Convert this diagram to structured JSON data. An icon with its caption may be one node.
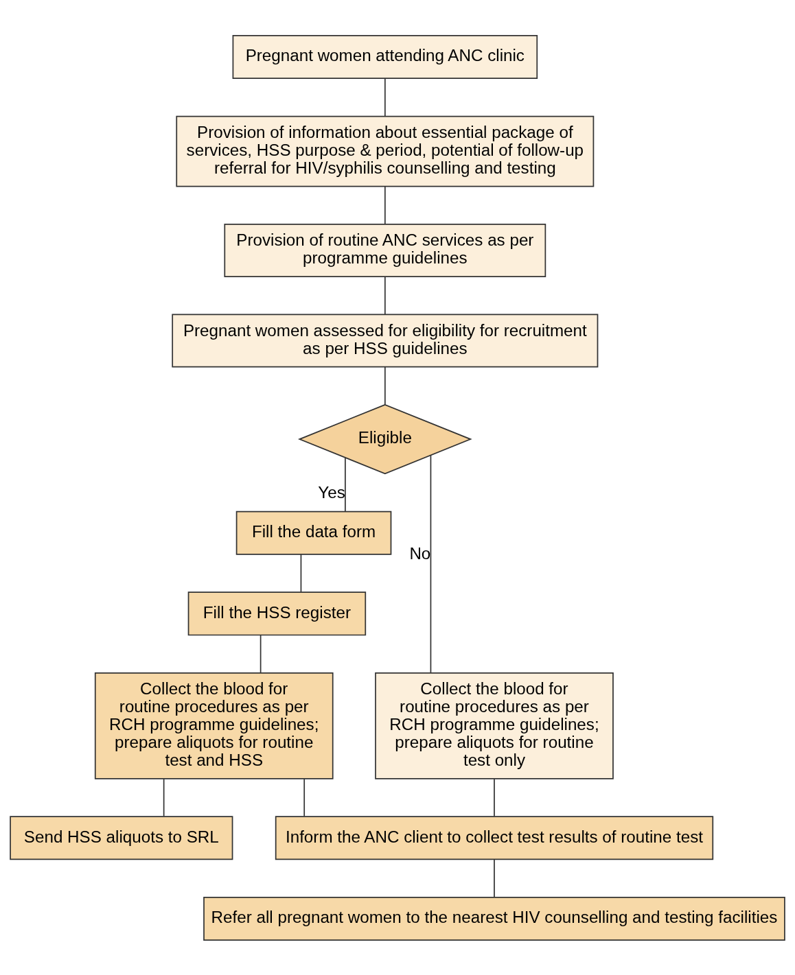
{
  "diagram": {
    "nodes": [
      {
        "text": [
          "Pregnant women attending ANC clinic"
        ]
      },
      {
        "text": [
          "Provision of information about essential package of services, HSS purpose & period, potential of follow-up referral for HIV/syphilis counselling and testing"
        ]
      },
      {
        "text": [
          "Provision of routine ANC services as per programme guidelines"
        ]
      },
      {
        "text": [
          "Pregnant women assessed for eligibility for recruitment as per HSS guidelines"
        ]
      },
      {
        "text": [
          "Eligible"
        ]
      },
      {
        "text": [
          "Fill the data form"
        ]
      },
      {
        "text": [
          "Fill the HSS register"
        ]
      },
      {
        "text": [
          "Collect the blood for routine procedures as per RCH programme guidelines; prepare aliquots for routine test and HSS"
        ]
      },
      {
        "text": [
          "Collect the blood for routine procedures as per RCH programme guidelines; prepare aliquots for routine test only"
        ]
      },
      {
        "text": [
          "Send HSS aliquots to SRL"
        ]
      },
      {
        "text": [
          "Inform the ANC client to collect test results of routine test"
        ]
      },
      {
        "text": [
          "Refer all pregnant women to the nearest HIV counselling and testing facilities"
        ]
      }
    ],
    "edges": [
      {
        "from": 0,
        "to": 1,
        "arrow": "none"
      },
      {
        "from": 1,
        "to": 2,
        "arrow": "none"
      },
      {
        "from": 2,
        "to": 3,
        "arrow": "none"
      },
      {
        "from": 3,
        "to": 4,
        "arrow": "none"
      },
      {
        "from": 4,
        "to": 5,
        "arrow": "none",
        "label": "Yes"
      },
      {
        "from": 4,
        "to": 8,
        "arrow": "none",
        "label": "No"
      },
      {
        "from": 5,
        "to": 6,
        "arrow": "none"
      },
      {
        "from": 6,
        "to": 7,
        "arrow": "none"
      },
      {
        "from": 7,
        "to": 9,
        "arrow": "none"
      },
      {
        "from": 7,
        "to": 10,
        "arrow": "none"
      },
      {
        "from": 8,
        "to": 10,
        "arrow": "none"
      },
      {
        "from": 10,
        "to": 11,
        "arrow": "none"
      }
    ]
  }
}
